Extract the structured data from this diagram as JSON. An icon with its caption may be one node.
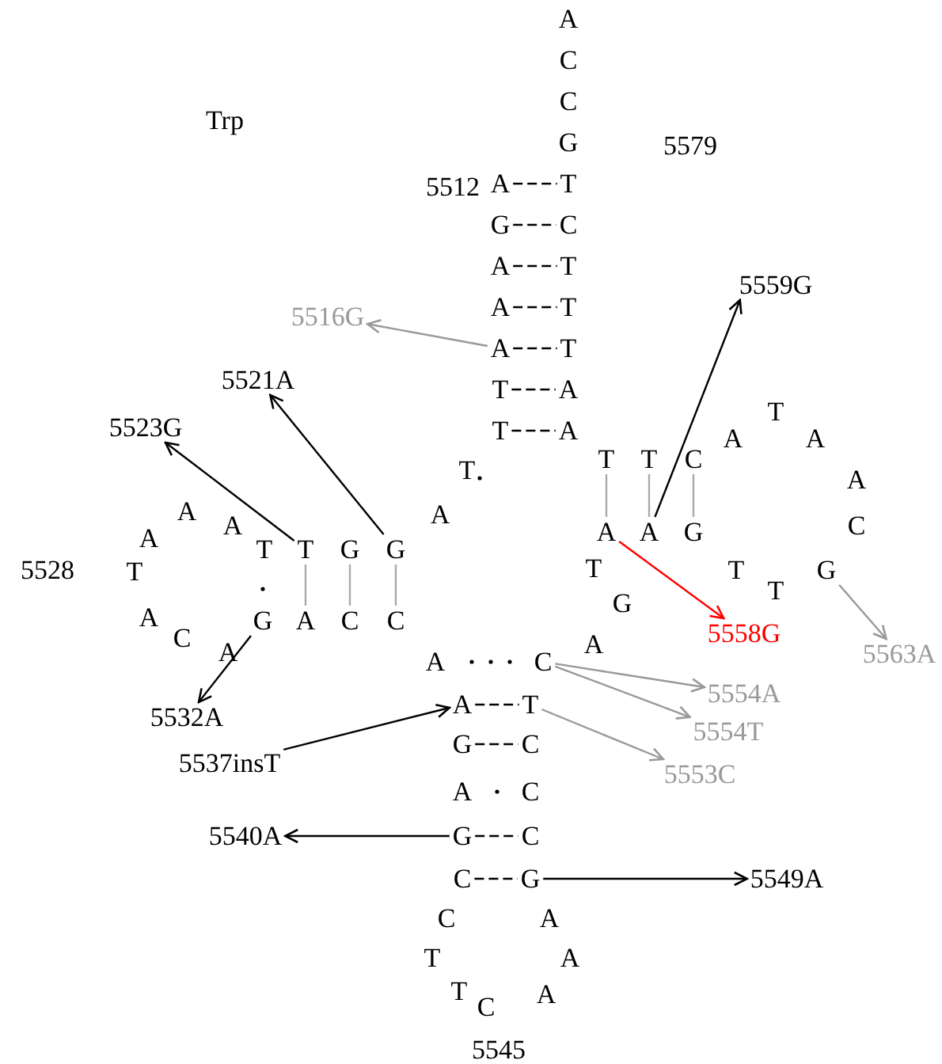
{
  "diagram": {
    "nodes": [
      {
        "text": [
          "A"
        ]
      },
      {
        "text": [
          "T"
        ]
      },
      {
        "text": [
          "G"
        ]
      },
      {
        "text": [
          "C"
        ]
      },
      {
        "text": [
          "A"
        ]
      },
      {
        "text": [
          "T"
        ]
      },
      {
        "text": [
          "5559G"
        ]
      },
      {
        "text": [
          "A"
        ]
      },
      {
        "text": [
          "T"
        ]
      },
      {
        "text": [
          "5516G"
        ]
      },
      {
        "text": [
          "A"
        ]
      },
      {
        "text": [
          "T"
        ]
      },
      {
        "text": [
          "5521A"
        ]
      },
      {
        "text": [
          "T"
        ]
      },
      {
        "text": [
          "A"
        ]
      },
      {
        "text": [
          "5523G"
        ]
      },
      {
        "text": [
          "T"
        ]
      },
      {
        "text": [
          "A"
        ]
      },
      {
        "text": [
          "T"
        ]
      },
      {
        "text": [
          "T"
        ]
      },
      {
        "text": [
          "C"
        ]
      },
      {
        "text": [
          "A"
        ]
      },
      {
        "text": [
          "A"
        ]
      },
      {
        "text": [
          "G"
        ]
      },
      {
        "text": [
          "T"
        ]
      },
      {
        "text": [
          "G"
        ]
      },
      {
        "text": [
          "G"
        ]
      },
      {
        "text": [
          "G"
        ]
      },
      {
        "text": [
          "G"
        ]
      },
      {
        "text": [
          "A"
        ]
      },
      {
        "text": [
          "C"
        ]
      },
      {
        "text": [
          "C"
        ]
      },
      {
        "text": [
          "5558G"
        ]
      },
      {
        "text": [
          "5563A"
        ]
      },
      {
        "text": [
          "C"
        ]
      },
      {
        "text": [
          "5554A"
        ]
      },
      {
        "text": [
          "A"
        ]
      },
      {
        "text": [
          "T"
        ]
      },
      {
        "text": [
          "5532A"
        ]
      },
      {
        "text": [
          "5554T"
        ]
      },
      {
        "text": [
          "G"
        ]
      },
      {
        "text": [
          "C"
        ]
      },
      {
        "text": [
          "5537insT"
        ]
      },
      {
        "text": [
          "5553C"
        ]
      },
      {
        "text": [
          "5540A"
        ]
      },
      {
        "text": [
          "G"
        ]
      },
      {
        "text": [
          "C"
        ]
      },
      {
        "text": [
          "C"
        ]
      },
      {
        "text": [
          "G"
        ]
      },
      {
        "text": [
          "5549A"
        ]
      }
    ],
    "edges": [
      {
        "from": 0,
        "to": 1,
        "arrow": "none",
        "style": "dashed"
      },
      {
        "from": 2,
        "to": 3,
        "arrow": "none",
        "style": "dashed"
      },
      {
        "from": 4,
        "to": 5,
        "arrow": "none",
        "style": "dashed"
      },
      {
        "from": 7,
        "to": 8,
        "arrow": "none",
        "style": "dashed"
      },
      {
        "from": 10,
        "to": 11,
        "arrow": "none",
        "style": "dashed"
      },
      {
        "from": 13,
        "to": 14,
        "arrow": "none",
        "style": "dashed"
      },
      {
        "from": 16,
        "to": 17,
        "arrow": "none",
        "style": "dashed"
      },
      {
        "from": 18,
        "to": 21,
        "arrow": "none",
        "color": "#aaaaaa"
      },
      {
        "from": 19,
        "to": 22,
        "arrow": "none",
        "color": "#aaaaaa"
      },
      {
        "from": 20,
        "to": 23,
        "arrow": "none",
        "color": "#aaaaaa"
      },
      {
        "from": 24,
        "to": 29,
        "arrow": "none",
        "color": "#aaaaaa"
      },
      {
        "from": 25,
        "to": 30,
        "arrow": "none",
        "color": "#aaaaaa"
      },
      {
        "from": 26,
        "to": 31,
        "arrow": "none",
        "color": "#aaaaaa"
      },
      {
        "from": 36,
        "to": 37,
        "arrow": "none",
        "style": "dashed"
      },
      {
        "from": 40,
        "to": 41,
        "arrow": "none",
        "style": "dashed"
      },
      {
        "from": 45,
        "to": 46,
        "arrow": "none",
        "style": "dashed"
      },
      {
        "from": 47,
        "to": 48,
        "arrow": "none",
        "style": "dashed"
      },
      {
        "from": 10,
        "to": 9,
        "arrow": "to",
        "color": "#999999"
      },
      {
        "from": 22,
        "to": 6,
        "arrow": "to"
      },
      {
        "from": 26,
        "to": 12,
        "arrow": "to"
      },
      {
        "from": 24,
        "to": 15,
        "arrow": "to"
      },
      {
        "from": 21,
        "to": 32,
        "arrow": "to",
        "color": "#ff0000"
      },
      {
        "from": 27,
        "to": 33,
        "arrow": "to",
        "color": "#999999"
      },
      {
        "from": 28,
        "to": 38,
        "arrow": "to"
      },
      {
        "from": 34,
        "to": 35,
        "arrow": "to",
        "color": "#999999"
      },
      {
        "from": 34,
        "to": 39,
        "arrow": "to",
        "color": "#999999"
      },
      {
        "from": 37,
        "to": 43,
        "arrow": "to",
        "color": "#999999"
      },
      {
        "from": 42,
        "to": 36,
        "arrow": "to"
      },
      {
        "from": 45,
        "to": 44,
        "arrow": "to"
      },
      {
        "from": 48,
        "to": 49,
        "arrow": "to"
      }
    ],
    "labels": [
      "A",
      "C",
      "C",
      "Trp",
      "G",
      "5579",
      "5512",
      "T",
      "A",
      "A",
      "T",
      "A",
      "A",
      "A",
      "A",
      "C",
      "A",
      "T",
      "5528",
      "T",
      "T",
      "T",
      "T",
      "G",
      "A",
      "C",
      "A",
      "A",
      "A",
      "A",
      "C",
      "C",
      "A",
      "T",
      "A",
      "T",
      "A",
      "C",
      "5545"
    ]
  }
}
